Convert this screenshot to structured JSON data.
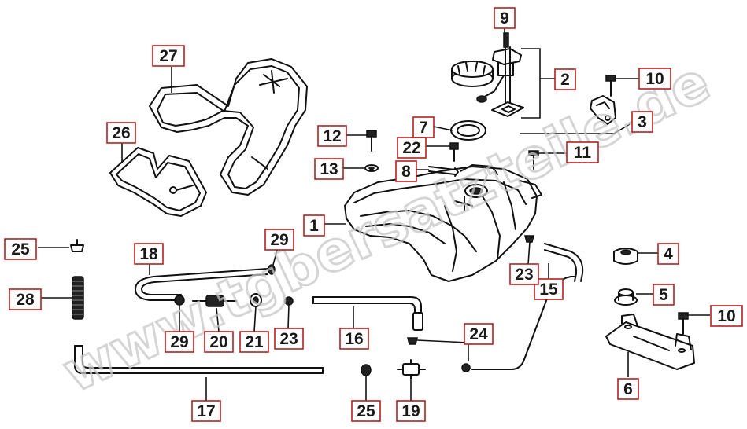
{
  "watermark": "www.tgbersatzteile.de",
  "callouts": [
    {
      "id": "1",
      "text": "1"
    },
    {
      "id": "2",
      "text": "2"
    },
    {
      "id": "3",
      "text": "3"
    },
    {
      "id": "4",
      "text": "4"
    },
    {
      "id": "5",
      "text": "5"
    },
    {
      "id": "6",
      "text": "6"
    },
    {
      "id": "7",
      "text": "7"
    },
    {
      "id": "8",
      "text": "8"
    },
    {
      "id": "9",
      "text": "9"
    },
    {
      "id": "10a",
      "text": "10"
    },
    {
      "id": "10b",
      "text": "10"
    },
    {
      "id": "11",
      "text": "11"
    },
    {
      "id": "12",
      "text": "12"
    },
    {
      "id": "13",
      "text": "13"
    },
    {
      "id": "15",
      "text": "15"
    },
    {
      "id": "16",
      "text": "16"
    },
    {
      "id": "17",
      "text": "17"
    },
    {
      "id": "18",
      "text": "18"
    },
    {
      "id": "19",
      "text": "19"
    },
    {
      "id": "20",
      "text": "20"
    },
    {
      "id": "21",
      "text": "21"
    },
    {
      "id": "22",
      "text": "22"
    },
    {
      "id": "23a",
      "text": "23"
    },
    {
      "id": "23b",
      "text": "23"
    },
    {
      "id": "24",
      "text": "24"
    },
    {
      "id": "25a",
      "text": "25"
    },
    {
      "id": "25b",
      "text": "25"
    },
    {
      "id": "26",
      "text": "26"
    },
    {
      "id": "27",
      "text": "27"
    },
    {
      "id": "28",
      "text": "28"
    },
    {
      "id": "29a",
      "text": "29"
    },
    {
      "id": "29b",
      "text": "29"
    }
  ]
}
